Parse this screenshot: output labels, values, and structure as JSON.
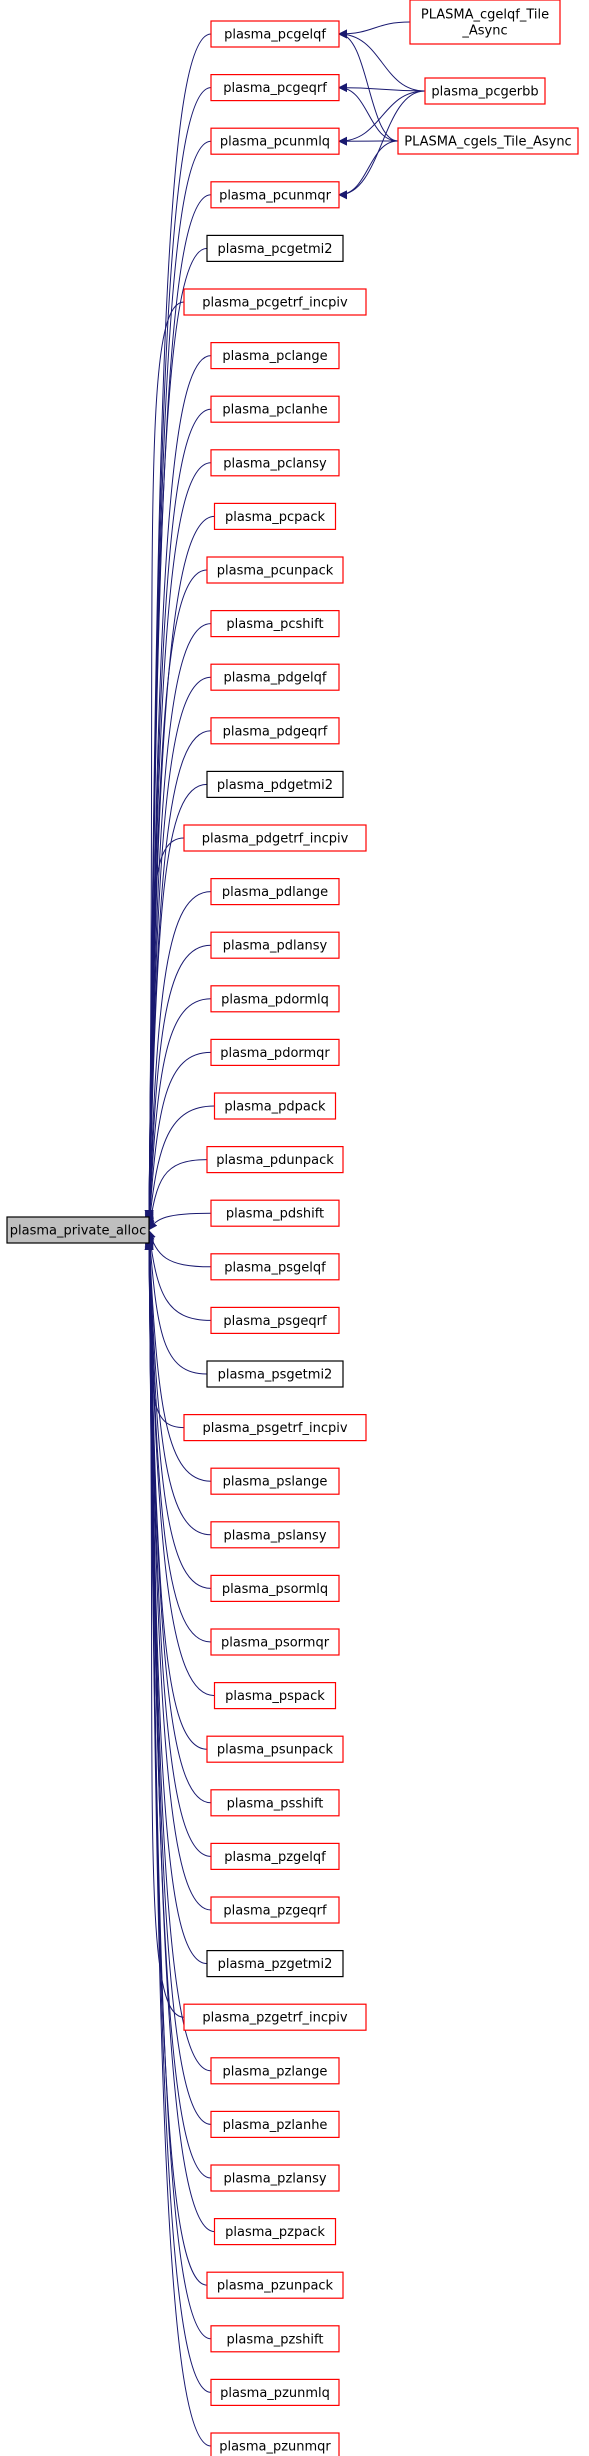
{
  "diagram": {
    "colors": {
      "edge": "#191970",
      "node_border_red": "#ff0000",
      "node_border_black": "#000000",
      "node_fill": "#ffffff",
      "root_fill": "#bfbfbf"
    },
    "root": {
      "id": "root",
      "lines": [
        "plasma_private_alloc"
      ]
    },
    "nodes": [
      {
        "id": "n0",
        "lines": [
          "plasma_pcgelqf"
        ],
        "border": "red"
      },
      {
        "id": "n1",
        "lines": [
          "plasma_pcgeqrf"
        ],
        "border": "red"
      },
      {
        "id": "n2",
        "lines": [
          "plasma_pcunmlq"
        ],
        "border": "red"
      },
      {
        "id": "n3",
        "lines": [
          "plasma_pcunmqr"
        ],
        "border": "red"
      },
      {
        "id": "n4",
        "lines": [
          "plasma_pcgetmi2"
        ],
        "border": "black"
      },
      {
        "id": "n5",
        "lines": [
          "plasma_pcgetrf_incpiv"
        ],
        "border": "red"
      },
      {
        "id": "n6",
        "lines": [
          "plasma_pclange"
        ],
        "border": "red"
      },
      {
        "id": "n7",
        "lines": [
          "plasma_pclanhe"
        ],
        "border": "red"
      },
      {
        "id": "n8",
        "lines": [
          "plasma_pclansy"
        ],
        "border": "red"
      },
      {
        "id": "n9",
        "lines": [
          "plasma_pcpack"
        ],
        "border": "red"
      },
      {
        "id": "n10",
        "lines": [
          "plasma_pcunpack"
        ],
        "border": "red"
      },
      {
        "id": "n11",
        "lines": [
          "plasma_pcshift"
        ],
        "border": "red"
      },
      {
        "id": "n12",
        "lines": [
          "plasma_pdgelqf"
        ],
        "border": "red"
      },
      {
        "id": "n13",
        "lines": [
          "plasma_pdgeqrf"
        ],
        "border": "red"
      },
      {
        "id": "n14",
        "lines": [
          "plasma_pdgetmi2"
        ],
        "border": "black"
      },
      {
        "id": "n15",
        "lines": [
          "plasma_pdgetrf_incpiv"
        ],
        "border": "red"
      },
      {
        "id": "n16",
        "lines": [
          "plasma_pdlange"
        ],
        "border": "red"
      },
      {
        "id": "n17",
        "lines": [
          "plasma_pdlansy"
        ],
        "border": "red"
      },
      {
        "id": "n18",
        "lines": [
          "plasma_pdormlq"
        ],
        "border": "red"
      },
      {
        "id": "n19",
        "lines": [
          "plasma_pdormqr"
        ],
        "border": "red"
      },
      {
        "id": "n20",
        "lines": [
          "plasma_pdpack"
        ],
        "border": "red"
      },
      {
        "id": "n21",
        "lines": [
          "plasma_pdunpack"
        ],
        "border": "red"
      },
      {
        "id": "n22",
        "lines": [
          "plasma_pdshift"
        ],
        "border": "red"
      },
      {
        "id": "n23",
        "lines": [
          "plasma_psgelqf"
        ],
        "border": "red"
      },
      {
        "id": "n24",
        "lines": [
          "plasma_psgeqrf"
        ],
        "border": "red"
      },
      {
        "id": "n25",
        "lines": [
          "plasma_psgetmi2"
        ],
        "border": "black"
      },
      {
        "id": "n26",
        "lines": [
          "plasma_psgetrf_incpiv"
        ],
        "border": "red"
      },
      {
        "id": "n27",
        "lines": [
          "plasma_pslange"
        ],
        "border": "red"
      },
      {
        "id": "n28",
        "lines": [
          "plasma_pslansy"
        ],
        "border": "red"
      },
      {
        "id": "n29",
        "lines": [
          "plasma_psormlq"
        ],
        "border": "red"
      },
      {
        "id": "n30",
        "lines": [
          "plasma_psormqr"
        ],
        "border": "red"
      },
      {
        "id": "n31",
        "lines": [
          "plasma_pspack"
        ],
        "border": "red"
      },
      {
        "id": "n32",
        "lines": [
          "plasma_psunpack"
        ],
        "border": "red"
      },
      {
        "id": "n33",
        "lines": [
          "plasma_psshift"
        ],
        "border": "red"
      },
      {
        "id": "n34",
        "lines": [
          "plasma_pzgelqf"
        ],
        "border": "red"
      },
      {
        "id": "n35",
        "lines": [
          "plasma_pzgeqrf"
        ],
        "border": "red"
      },
      {
        "id": "n36",
        "lines": [
          "plasma_pzgetmi2"
        ],
        "border": "black"
      },
      {
        "id": "n37",
        "lines": [
          "plasma_pzgetrf_incpiv"
        ],
        "border": "red"
      },
      {
        "id": "n38",
        "lines": [
          "plasma_pzlange"
        ],
        "border": "red"
      },
      {
        "id": "n39",
        "lines": [
          "plasma_pzlanhe"
        ],
        "border": "red"
      },
      {
        "id": "n40",
        "lines": [
          "plasma_pzlansy"
        ],
        "border": "red"
      },
      {
        "id": "n41",
        "lines": [
          "plasma_pzpack"
        ],
        "border": "red"
      },
      {
        "id": "n42",
        "lines": [
          "plasma_pzunpack"
        ],
        "border": "red"
      },
      {
        "id": "n43",
        "lines": [
          "plasma_pzshift"
        ],
        "border": "red"
      },
      {
        "id": "n44",
        "lines": [
          "plasma_pzunmlq"
        ],
        "border": "red"
      },
      {
        "id": "n45",
        "lines": [
          "plasma_pzunmqr"
        ],
        "border": "red"
      }
    ],
    "callers": [
      {
        "id": "c0",
        "lines": [
          "PLASMA_cgelqf_Tile",
          "_Async"
        ],
        "border": "red"
      },
      {
        "id": "c1",
        "lines": [
          "plasma_pcgerbb"
        ],
        "border": "red"
      },
      {
        "id": "c2",
        "lines": [
          "PLASMA_cgels_Tile_Async"
        ],
        "border": "red"
      }
    ],
    "caller_edges": [
      [
        "c0",
        "n0"
      ],
      [
        "c1",
        "n0"
      ],
      [
        "c2",
        "n0"
      ],
      [
        "c1",
        "n1"
      ],
      [
        "c2",
        "n1"
      ],
      [
        "c1",
        "n2"
      ],
      [
        "c2",
        "n2"
      ],
      [
        "c1",
        "n3"
      ],
      [
        "c2",
        "n3"
      ]
    ]
  }
}
